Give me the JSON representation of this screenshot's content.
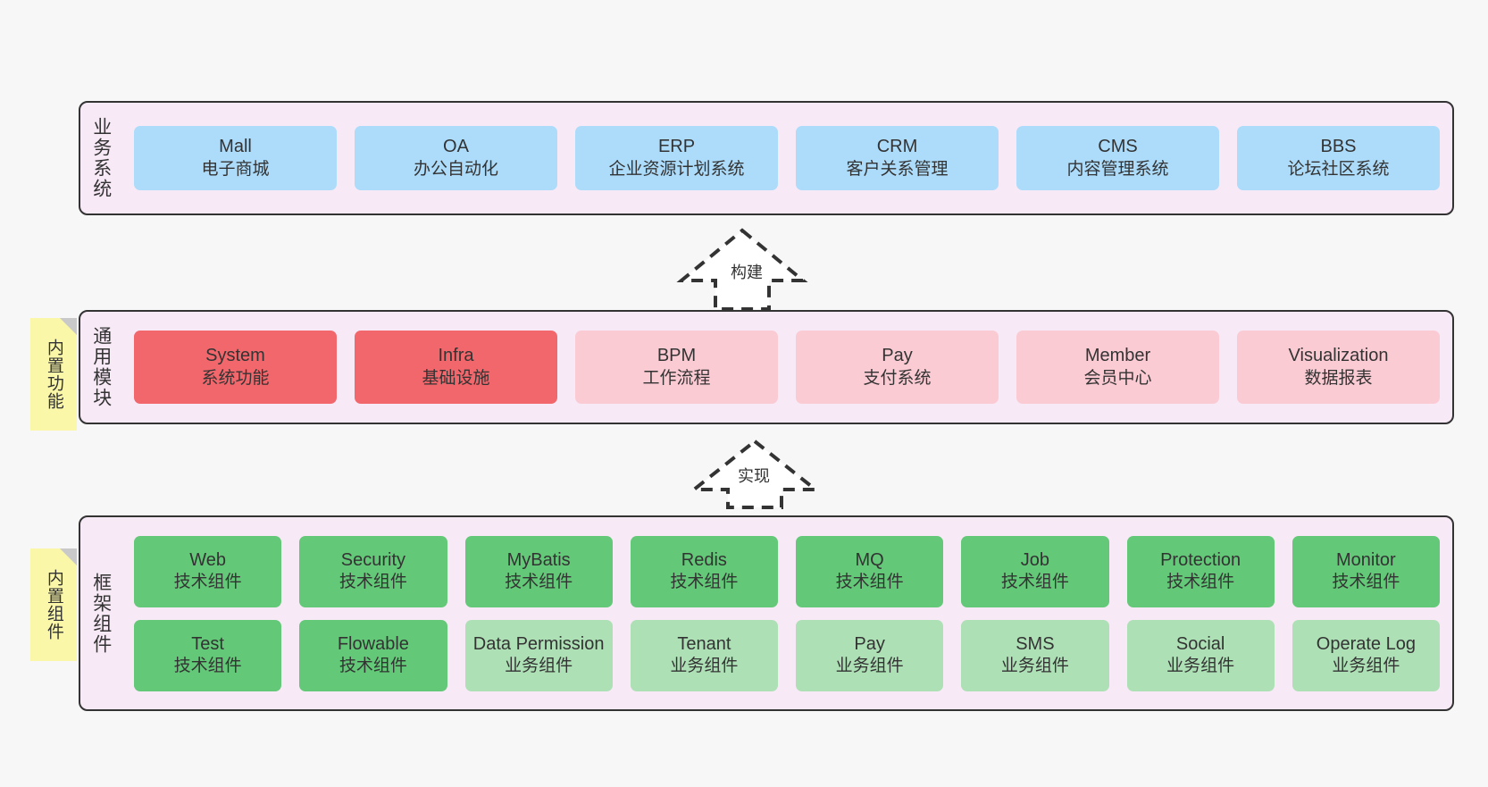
{
  "diagram": {
    "title": "",
    "colors": {
      "canvas_background": "#F7F7F7",
      "panel_background": "#F7E9F6",
      "panel_border": "#333333",
      "business_box": "#ADDCFB",
      "module_core_box": "#F2676C",
      "module_box": "#FBCBD4",
      "tech_component_box": "#63C877",
      "business_component_box": "#AEE0B6",
      "note_background": "#FAF7A8",
      "note_fold": "#C9C9C9"
    }
  },
  "notes": [
    {
      "label": "内置功能"
    },
    {
      "label": "内置组件"
    }
  ],
  "connectors": [
    {
      "label": "构建",
      "style": "dashed-generalization-up"
    },
    {
      "label": "实现",
      "style": "dashed-generalization-up"
    }
  ],
  "layers": [
    {
      "id": "business",
      "title": "业务系统",
      "rows": [
        {
          "cells": [
            {
              "en": "Mall",
              "cn": "电子商城",
              "color": "c-blue"
            },
            {
              "en": "OA",
              "cn": "办公自动化",
              "color": "c-blue"
            },
            {
              "en": "ERP",
              "cn": "企业资源计划系统",
              "color": "c-blue"
            },
            {
              "en": "CRM",
              "cn": "客户关系管理",
              "color": "c-blue"
            },
            {
              "en": "CMS",
              "cn": "内容管理系统",
              "color": "c-blue"
            },
            {
              "en": "BBS",
              "cn": "论坛社区系统",
              "color": "c-blue"
            }
          ]
        }
      ]
    },
    {
      "id": "common",
      "title": "通用模块",
      "rows": [
        {
          "cells": [
            {
              "en": "System",
              "cn": "系统功能",
              "color": "c-red"
            },
            {
              "en": "Infra",
              "cn": "基础设施",
              "color": "c-red"
            },
            {
              "en": "BPM",
              "cn": "工作流程",
              "color": "c-pink"
            },
            {
              "en": "Pay",
              "cn": "支付系统",
              "color": "c-pink"
            },
            {
              "en": "Member",
              "cn": "会员中心",
              "color": "c-pink"
            },
            {
              "en": "Visualization",
              "cn": "数据报表",
              "color": "c-pink"
            }
          ]
        }
      ]
    },
    {
      "id": "framework",
      "title": "框架组件",
      "rows": [
        {
          "cells": [
            {
              "en": "Web",
              "cn": "技术组件",
              "color": "c-green"
            },
            {
              "en": "Security",
              "cn": "技术组件",
              "color": "c-green"
            },
            {
              "en": "MyBatis",
              "cn": "技术组件",
              "color": "c-green"
            },
            {
              "en": "Redis",
              "cn": "技术组件",
              "color": "c-green"
            },
            {
              "en": "MQ",
              "cn": "技术组件",
              "color": "c-green"
            },
            {
              "en": "Job",
              "cn": "技术组件",
              "color": "c-green"
            },
            {
              "en": "Protection",
              "cn": "技术组件",
              "color": "c-green"
            },
            {
              "en": "Monitor",
              "cn": "技术组件",
              "color": "c-green"
            }
          ]
        },
        {
          "cells": [
            {
              "en": "Test",
              "cn": "技术组件",
              "color": "c-green"
            },
            {
              "en": "Flowable",
              "cn": "技术组件",
              "color": "c-green"
            },
            {
              "en": "Data Permission",
              "cn": "业务组件",
              "color": "c-lightgreen"
            },
            {
              "en": "Tenant",
              "cn": "业务组件",
              "color": "c-lightgreen"
            },
            {
              "en": "Pay",
              "cn": "业务组件",
              "color": "c-lightgreen"
            },
            {
              "en": "SMS",
              "cn": "业务组件",
              "color": "c-lightgreen"
            },
            {
              "en": "Social",
              "cn": "业务组件",
              "color": "c-lightgreen"
            },
            {
              "en": "Operate Log",
              "cn": "业务组件",
              "color": "c-lightgreen"
            }
          ]
        }
      ]
    }
  ]
}
